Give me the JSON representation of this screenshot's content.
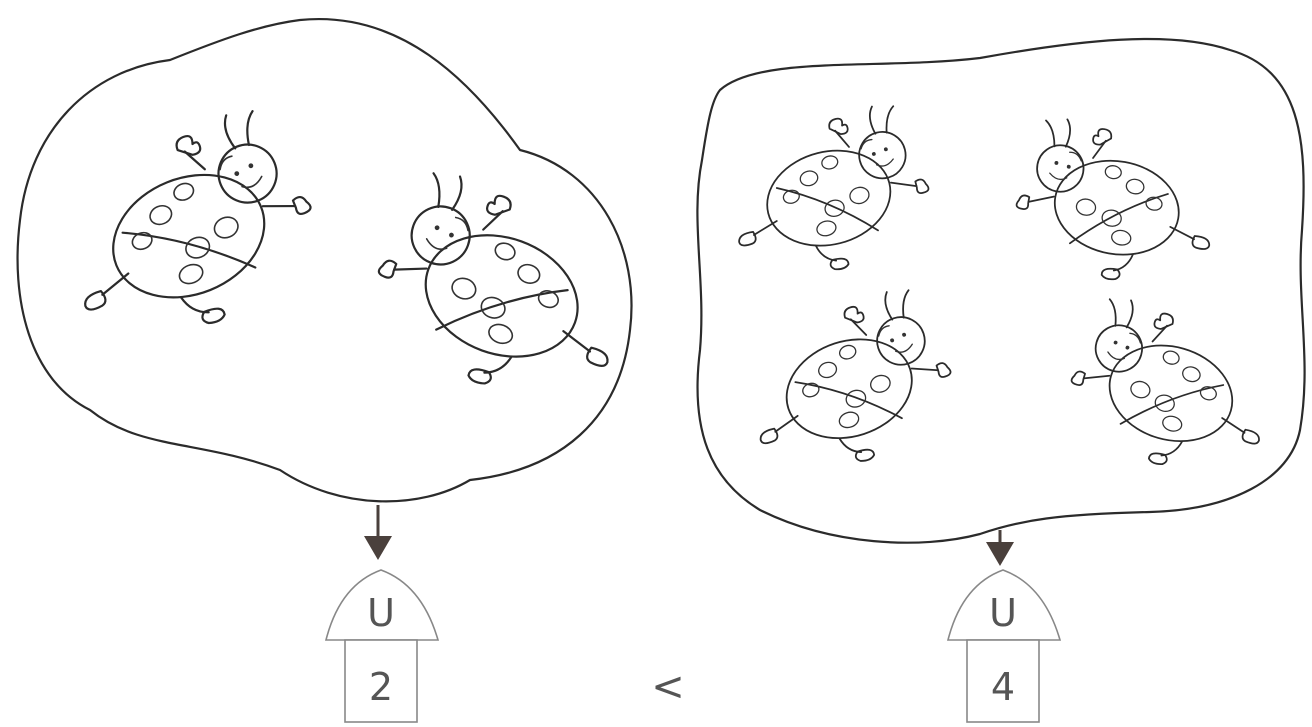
{
  "groups": [
    {
      "id": "left",
      "count": 2,
      "house_top": "U",
      "house_number": "2"
    },
    {
      "id": "right",
      "count": 4,
      "house_top": "U",
      "house_number": "4"
    }
  ],
  "comparison_sign": "<",
  "icons": [
    "ladybug-icon",
    "arrow-down-icon",
    "house-icon"
  ]
}
